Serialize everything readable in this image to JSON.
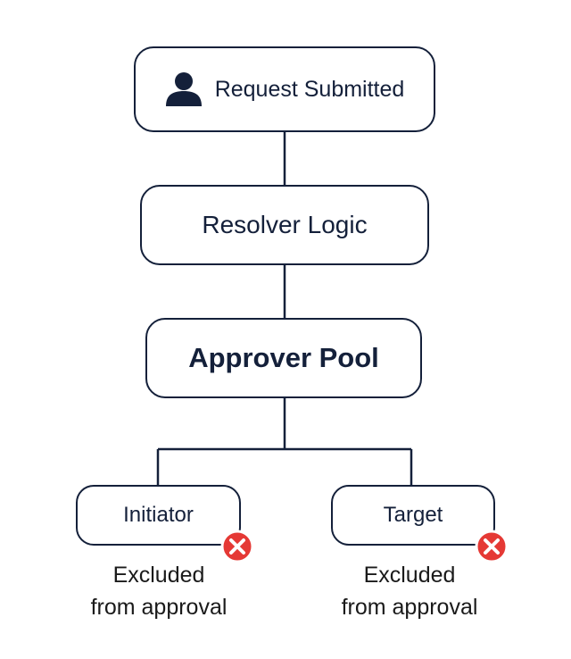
{
  "diagram": {
    "nodes": {
      "request": {
        "label": "Request Submitted",
        "icon": "person-icon"
      },
      "resolver": {
        "label": "Resolver Logic"
      },
      "pool": {
        "label": "Approver Pool"
      },
      "initiator": {
        "label": "Initiator",
        "status_icon": "x-circle-icon",
        "note_line1": "Excluded",
        "note_line2": "from approval"
      },
      "target": {
        "label": "Target",
        "status_icon": "x-circle-icon",
        "note_line1": "Excluded",
        "note_line2": "from approval"
      }
    },
    "colors": {
      "stroke": "#14203a",
      "excluded_badge": "#e53935"
    }
  }
}
